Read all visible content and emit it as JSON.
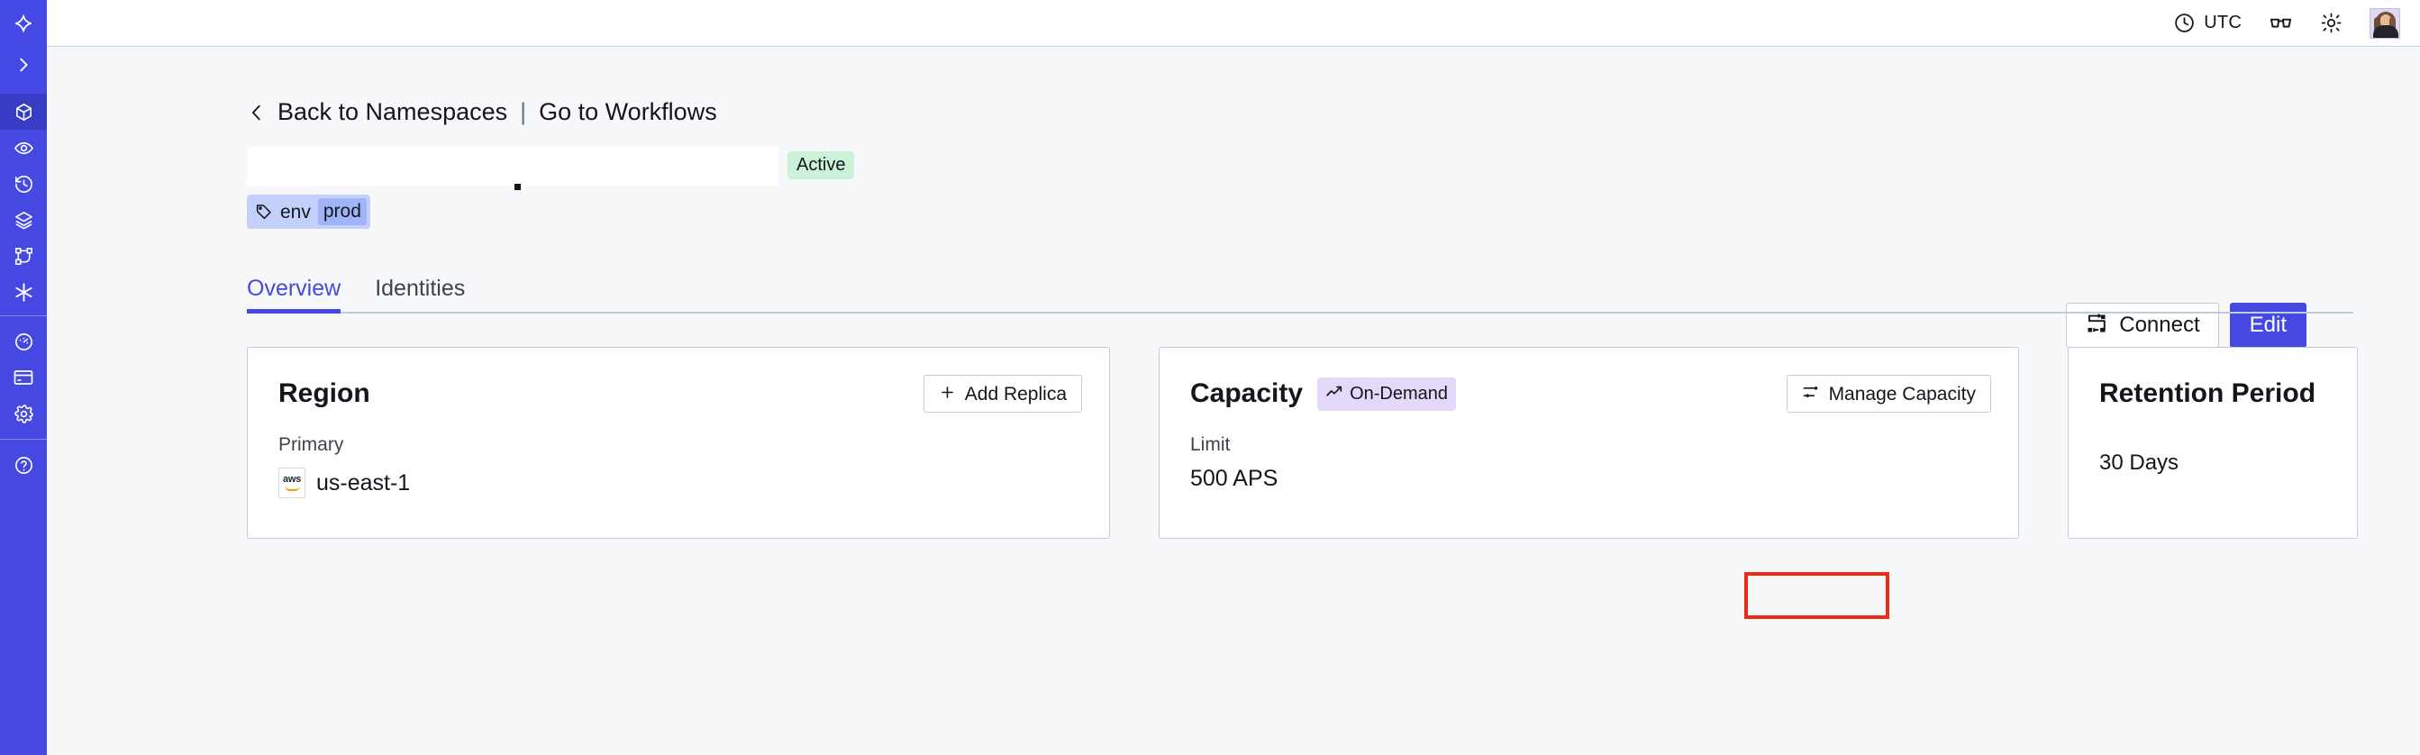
{
  "theme": {
    "accent": "#4549e0",
    "sidebar_bg": "#4549e0",
    "sidebar_active_bg": "#373cc4",
    "page_bg": "#f7f8fa",
    "card_border": "#c2cbde",
    "badge_active_bg": "#c9f2d6",
    "badge_ondemand_bg": "#e4d8fb",
    "tag_bg": "#c3d0fb",
    "tag_value_bg": "#9fb5f8",
    "annotation_red": "#ee2b13"
  },
  "sidebar": {
    "items": [
      {
        "icon": "temporal-logo-icon",
        "label": "Temporal",
        "active": false
      },
      {
        "icon": "chevron-right-icon",
        "label": "Expand Navigation",
        "active": false
      },
      {
        "icon": "cube-icon",
        "label": "Namespaces",
        "active": true
      },
      {
        "icon": "eye-icon",
        "label": "Observability",
        "active": false
      },
      {
        "icon": "history-clock-icon",
        "label": "History",
        "active": false
      },
      {
        "icon": "layers-icon",
        "label": "Layers",
        "active": false
      },
      {
        "icon": "workflow-nodes-icon",
        "label": "Workflows",
        "active": false
      },
      {
        "icon": "asterisk-icon",
        "label": "Integrations",
        "active": false
      },
      {
        "icon": "gauge-icon",
        "label": "Usage",
        "active": false
      },
      {
        "icon": "credit-card-icon",
        "label": "Billing",
        "active": false
      },
      {
        "icon": "gear-icon",
        "label": "Settings",
        "active": false
      },
      {
        "icon": "help-circle-icon",
        "label": "Help",
        "active": false
      }
    ]
  },
  "topbar": {
    "timezone_label": "UTC",
    "timezone_icon": "clock-icon",
    "reader_icon": "glasses-icon",
    "theme_icon": "sun-icon",
    "avatar_icon": "user-avatar"
  },
  "breadcrumb": {
    "back_icon": "chevron-left-icon",
    "back_label": "Back to Namespaces",
    "separator": "|",
    "link_label": "Go to Workflows"
  },
  "header": {
    "namespace_title": "",
    "status_badge": "Active",
    "tag": {
      "icon": "tag-icon",
      "key": "env",
      "value": "prod"
    },
    "connect_button": {
      "label": "Connect",
      "icon": "connect-flow-icon"
    },
    "edit_button": {
      "label": "Edit"
    }
  },
  "tabs": [
    {
      "label": "Overview",
      "active": true
    },
    {
      "label": "Identities",
      "active": false
    }
  ],
  "cards": {
    "region": {
      "title": "Region",
      "action": {
        "label": "Add Replica",
        "icon": "plus-icon"
      },
      "sub_label": "Primary",
      "provider_icon": "aws-logo",
      "value": "us-east-1"
    },
    "capacity": {
      "title": "Capacity",
      "badge": {
        "label": "On-Demand",
        "icon": "trending-up-icon"
      },
      "action": {
        "label": "Manage Capacity",
        "icon": "sliders-icon",
        "highlighted": true
      },
      "sub_label": "Limit",
      "value": "500 APS"
    },
    "retention": {
      "title": "Retention Period",
      "value": "30 Days"
    }
  }
}
